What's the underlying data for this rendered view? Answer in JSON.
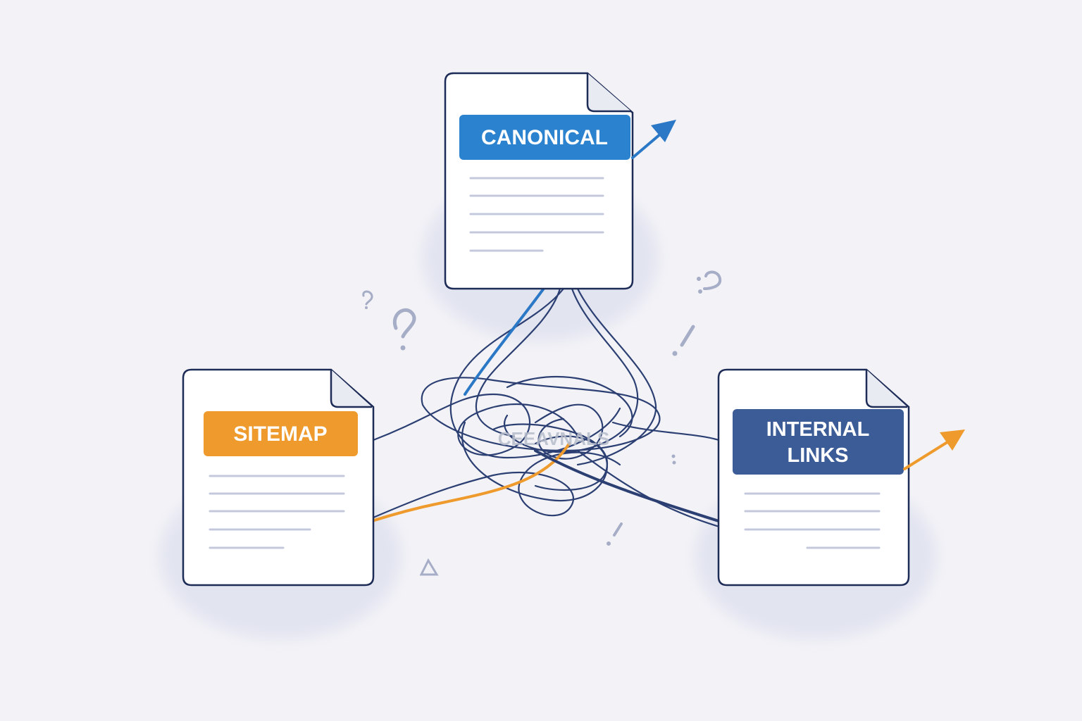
{
  "colors": {
    "background": "#f3f3f7",
    "doc_border": "#1d2b57",
    "doc_lines": "#c4c8dc",
    "shadow": "#e1e3ef",
    "canonical": "#2b82cf",
    "sitemap": "#ee9a2c",
    "internal_links": "#3c5c97",
    "tangle": "#2c3f73",
    "orange_arrow": "#ee9a2c",
    "blue_arrow": "#2b78c6",
    "marks": "#a6adc6"
  },
  "documents": {
    "canonical": {
      "label": "CANONICAL"
    },
    "sitemap": {
      "label": "SITEMAP"
    },
    "internal_links": {
      "label_line1": "INTERNAL",
      "label_line2": "LINKS"
    }
  },
  "center": {
    "label": "CEEAVNALS"
  },
  "icons": {
    "question_marks": "question-mark-icon",
    "exclamation_marks": "exclamation-mark-icon",
    "arrow_heads": "arrowhead-icon"
  }
}
